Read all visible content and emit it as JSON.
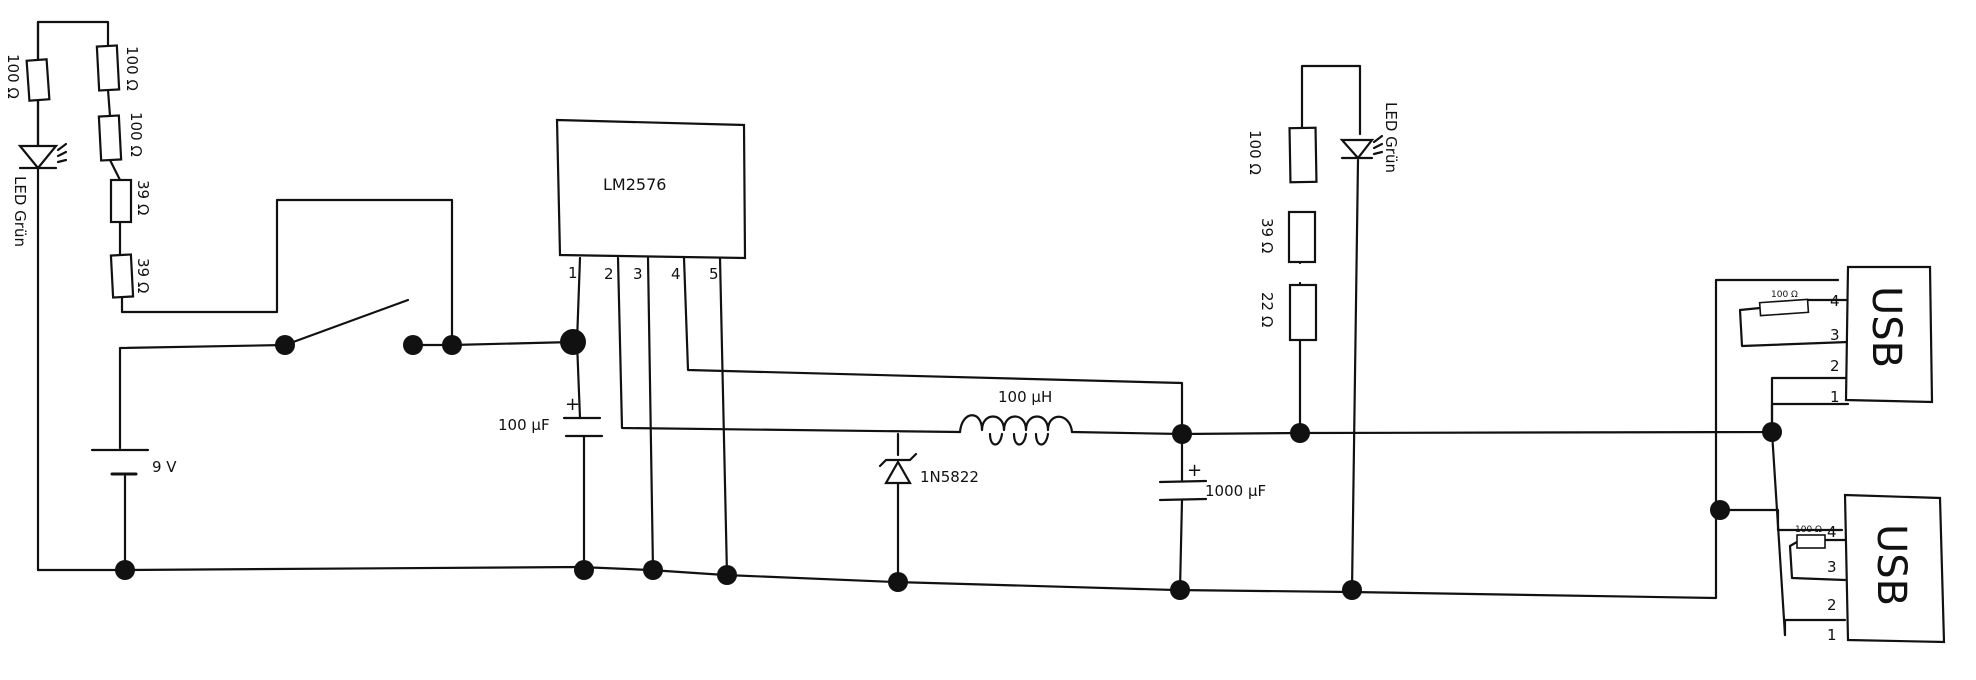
{
  "ic": {
    "name": "LM2576",
    "pins": [
      "1",
      "2",
      "3",
      "4",
      "5"
    ]
  },
  "battery": {
    "value": "9 V"
  },
  "input_cap": {
    "value": "100 µF",
    "polarity": "+"
  },
  "inductor": {
    "value": "100 µH"
  },
  "diode": {
    "value": "1N5822"
  },
  "output_cap": {
    "value": "1000 µF",
    "polarity": "+"
  },
  "indicator_left": {
    "resistor_a": "100 Ω",
    "led": "LED Grün",
    "resistors_b": [
      "100 Ω",
      "100 Ω",
      "39 Ω",
      "39 Ω"
    ]
  },
  "indicator_right": {
    "resistors": [
      "100 Ω",
      "39 Ω",
      "22 Ω"
    ],
    "led": "LED Grün"
  },
  "usb_ports": [
    {
      "label": "USB",
      "pins": [
        "4",
        "3",
        "2",
        "1"
      ],
      "resistor": "100 Ω"
    },
    {
      "label": "USB",
      "pins": [
        "4",
        "3",
        "2",
        "1"
      ],
      "resistor": "100 Ω"
    }
  ]
}
